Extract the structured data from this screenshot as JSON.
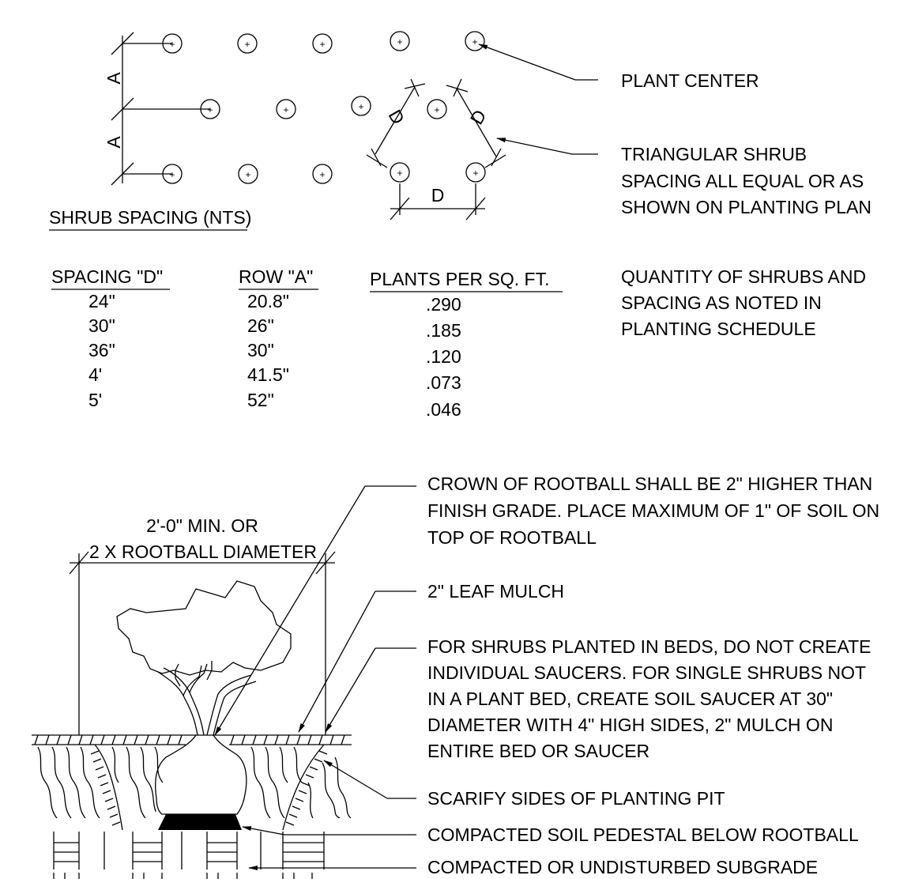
{
  "spacing_diagram": {
    "row_label": "A",
    "spacing_label": "D",
    "title": "SHRUB SPACING (NTS)"
  },
  "callouts": {
    "plant_center": "PLANT CENTER",
    "triangular": [
      "TRIANGULAR SHRUB",
      "SPACING ALL EQUAL OR AS",
      "SHOWN ON PLANTING PLAN"
    ],
    "quantity": [
      "QUANTITY OF SHRUBS AND",
      "SPACING AS NOTED IN",
      "PLANTING SCHEDULE"
    ]
  },
  "spacing_table": {
    "headers": [
      "SPACING \"D\"",
      "ROW \"A\"",
      "PLANTS PER SQ. FT."
    ],
    "rows": [
      [
        "24\"",
        "20.8\"",
        ".290"
      ],
      [
        "30\"",
        "26\"",
        ".185"
      ],
      [
        "36\"",
        "30\"",
        ".120"
      ],
      [
        "4'",
        "41.5\"",
        ".073"
      ],
      [
        "5'",
        "52\"",
        ".046"
      ]
    ]
  },
  "planting_detail": {
    "width_label": [
      "2'-0\" MIN. OR",
      "2 X ROOTBALL DIAMETER"
    ],
    "notes": {
      "crown": [
        "CROWN OF ROOTBALL SHALL BE 2\" HIGHER THAN",
        "FINISH GRADE. PLACE MAXIMUM OF 1\" OF SOIL ON",
        "TOP OF ROOTBALL"
      ],
      "mulch": "2\" LEAF MULCH",
      "beds": [
        "FOR SHRUBS PLANTED IN BEDS, DO NOT CREATE",
        "INDIVIDUAL SAUCERS. FOR SINGLE SHRUBS NOT",
        "IN A PLANT BED, CREATE SOIL SAUCER AT 30\"",
        "DIAMETER WITH 4\" HIGH SIDES, 2\" MULCH ON",
        "ENTIRE BED OR SAUCER"
      ],
      "scarify": "SCARIFY SIDES OF PLANTING PIT",
      "pedestal": "COMPACTED SOIL PEDESTAL BELOW ROOTBALL",
      "subgrade": "COMPACTED OR UNDISTURBED SUBGRADE"
    }
  }
}
